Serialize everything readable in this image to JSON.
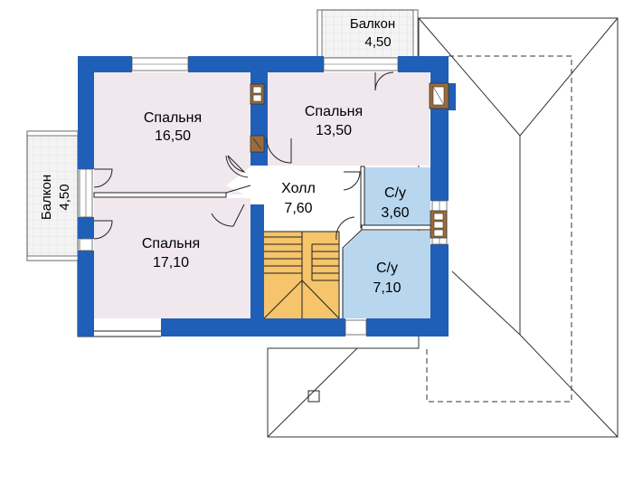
{
  "colors": {
    "wall": "#1f5fb8",
    "bedroom_fill": "#f1e8ee",
    "hall_fill": "#ffffff",
    "bathroom_fill": "#b8d6ee",
    "stairs_fill": "#f5c46b",
    "balcony_fill": "#f4f4f4"
  },
  "rooms": {
    "bedroom_1": {
      "name": "Спальня",
      "area": "16,50"
    },
    "bedroom_2": {
      "name": "Спальня",
      "area": "13,50"
    },
    "bedroom_3": {
      "name": "Спальня",
      "area": "17,10"
    },
    "hall": {
      "name": "Холл",
      "area": "7,60"
    },
    "bathroom_1": {
      "name": "С/у",
      "area": "3,60"
    },
    "bathroom_2": {
      "name": "С/у",
      "area": "7,10"
    },
    "balcony_top": {
      "name": "Балкон",
      "area": "4,50"
    },
    "balcony_left": {
      "name": "Балкон",
      "area": "4,50"
    }
  }
}
